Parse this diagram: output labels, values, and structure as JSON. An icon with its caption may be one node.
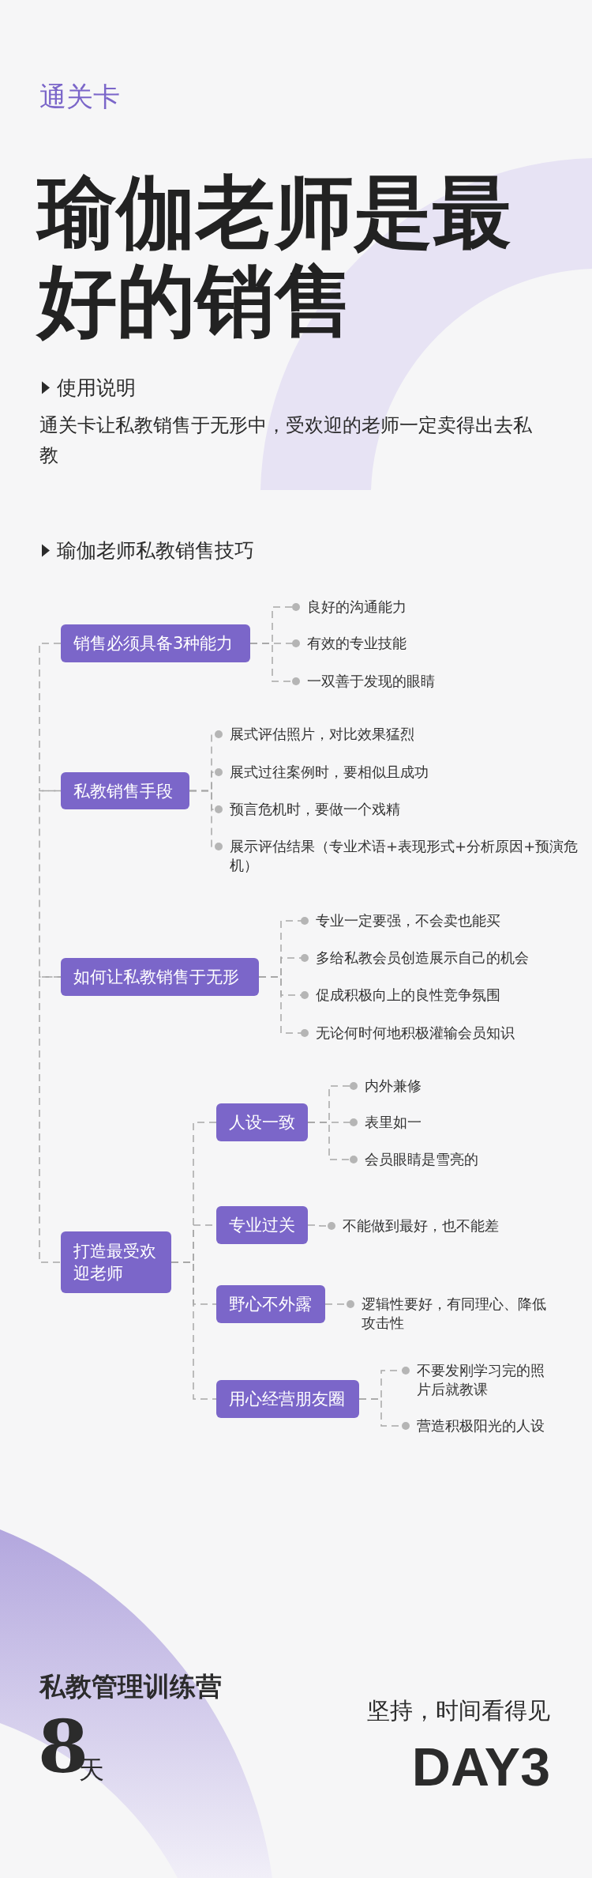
{
  "diagram": {
    "title": "瑜伽老师是最好的销售",
    "nodes": [
      {
        "text": [
          "销售必须具备3种能力"
        ]
      },
      {
        "text": [
          "良好的沟通能力"
        ]
      },
      {
        "text": [
          "有效的专业技能"
        ]
      },
      {
        "text": [
          "一双善于发现的眼睛"
        ]
      },
      {
        "text": [
          "私教销售手段"
        ]
      },
      {
        "text": [
          "展式评估照片，对比效果猛烈"
        ]
      },
      {
        "text": [
          "展式过往案例时，要相似且成功"
        ]
      },
      {
        "text": [
          "预言危机时，要做一个戏精"
        ]
      },
      {
        "text": [
          "展示评估结果（专业术语+表现形式+分析原因+预演危机）"
        ]
      },
      {
        "text": [
          "如何让私教销售于无形"
        ]
      },
      {
        "text": [
          "专业一定要强，不会卖也能买"
        ]
      },
      {
        "text": [
          "多给私教会员创造展示自己的机会"
        ]
      },
      {
        "text": [
          "促成积极向上的良性竞争氛围"
        ]
      },
      {
        "text": [
          "无论何时何地积极灌输会员知识"
        ]
      },
      {
        "text": [
          "打造最受欢迎老师"
        ]
      },
      {
        "text": [
          "人设一致"
        ]
      },
      {
        "text": [
          "内外兼修"
        ]
      },
      {
        "text": [
          "表里如一"
        ]
      },
      {
        "text": [
          "会员眼睛是雪亮的"
        ]
      },
      {
        "text": [
          "专业过关"
        ]
      },
      {
        "text": [
          "不能做到最好，也不能差"
        ]
      },
      {
        "text": [
          "野心不外露"
        ]
      },
      {
        "text": [
          "逻辑性要好，有同理心、降低攻击性"
        ]
      },
      {
        "text": [
          "用心经营朋友圈"
        ]
      },
      {
        "text": [
          "不要发刚学习完的照片后就教课"
        ]
      },
      {
        "text": [
          "营造积极阳光的人设"
        ]
      }
    ],
    "edges": [
      {
        "from": 0,
        "to": 4,
        "arrow": "none"
      },
      {
        "from": 4,
        "to": 9,
        "arrow": "none"
      },
      {
        "from": 9,
        "to": 14,
        "arrow": "none"
      },
      {
        "from": 0,
        "to": 1,
        "arrow": "other"
      },
      {
        "from": 0,
        "to": 2,
        "arrow": "other"
      },
      {
        "from": 0,
        "to": 3,
        "arrow": "other"
      },
      {
        "from": 4,
        "to": 5,
        "arrow": "other"
      },
      {
        "from": 4,
        "to": 6,
        "arrow": "other"
      },
      {
        "from": 4,
        "to": 7,
        "arrow": "other"
      },
      {
        "from": 4,
        "to": 8,
        "arrow": "other"
      },
      {
        "from": 9,
        "to": 10,
        "arrow": "other"
      },
      {
        "from": 9,
        "to": 11,
        "arrow": "other"
      },
      {
        "from": 9,
        "to": 12,
        "arrow": "other"
      },
      {
        "from": 9,
        "to": 13,
        "arrow": "other"
      },
      {
        "from": 14,
        "to": 15,
        "arrow": "none"
      },
      {
        "from": 14,
        "to": 19,
        "arrow": "none"
      },
      {
        "from": 14,
        "to": 21,
        "arrow": "none"
      },
      {
        "from": 14,
        "to": 23,
        "arrow": "none"
      },
      {
        "from": 15,
        "to": 16,
        "arrow": "other"
      },
      {
        "from": 15,
        "to": 17,
        "arrow": "other"
      },
      {
        "from": 15,
        "to": 18,
        "arrow": "other"
      },
      {
        "from": 19,
        "to": 20,
        "arrow": "other"
      },
      {
        "from": 21,
        "to": 22,
        "arrow": "other"
      },
      {
        "from": 23,
        "to": 24,
        "arrow": "other"
      },
      {
        "from": 23,
        "to": 25,
        "arrow": "other"
      }
    ],
    "labels": [
      "通关卡",
      "使用说明",
      "通关卡让私教销售于无形中，受欢迎的老师一定卖得出去私教",
      "瑜伽老师私教销售技巧",
      "私教管理训练营",
      "8",
      "天",
      "坚持，时间看得见",
      "DAY3"
    ]
  }
}
